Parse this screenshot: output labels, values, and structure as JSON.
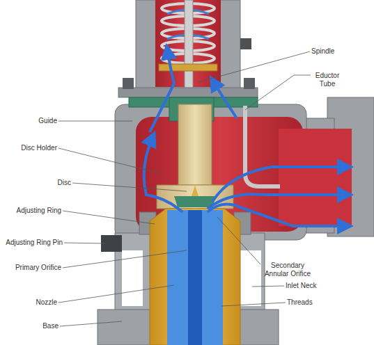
{
  "diagram": {
    "labels": [
      "Spindle",
      "Eductor Tube",
      "Guide",
      "Disc Holder",
      "Disc",
      "Adjusting Ring",
      "Adjusting Ring Pin",
      "Primary Orifice",
      "Nozzle",
      "Base",
      "Secondary Annular Orifice",
      "Inlet Neck",
      "Threads"
    ]
  }
}
